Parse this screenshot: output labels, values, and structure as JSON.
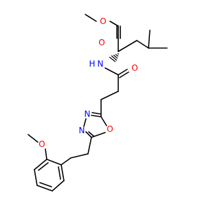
{
  "molecule": {
    "atoms": [
      {
        "id": "o_ester_methyl",
        "label": "O",
        "color": "#ff0000"
      },
      {
        "id": "o_ester_carbonyl",
        "label": "O",
        "color": "#ff0000"
      },
      {
        "id": "n_amide",
        "label": "N",
        "color": "#0000ff"
      },
      {
        "id": "h_amide",
        "label": "H",
        "color": "#0000ff"
      },
      {
        "id": "o_amide",
        "label": "O",
        "color": "#ff0000"
      },
      {
        "id": "n_ring_upper",
        "label": "N",
        "color": "#0000ff"
      },
      {
        "id": "n_ring_lower",
        "label": "N",
        "color": "#0000ff"
      },
      {
        "id": "o_ring",
        "label": "O",
        "color": "#ff0000"
      },
      {
        "id": "o_methoxy",
        "label": "O",
        "color": "#ff0000"
      }
    ],
    "bond_color": "#000000"
  }
}
